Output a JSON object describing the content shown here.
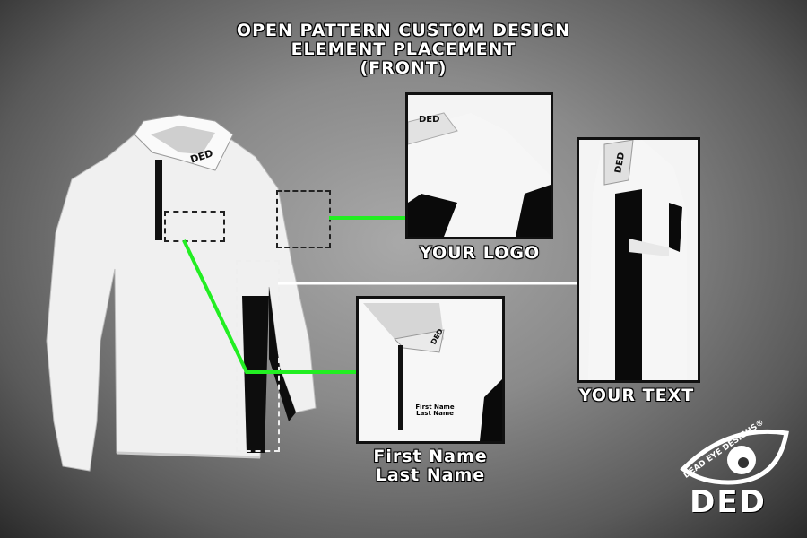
{
  "title": {
    "line1": "OPEN PATTERN CUSTOM DESIGN",
    "line2": "ELEMENT PLACEMENT",
    "line3": "(FRONT)"
  },
  "shirt": {
    "collar_logo": "DED"
  },
  "panels": {
    "logo": {
      "label": "YOUR LOGO",
      "collar_logo": "DED"
    },
    "text": {
      "label": "YOUR TEXT",
      "collar_logo": "DED"
    },
    "name": {
      "label_line1": "First Name",
      "label_line2": "Last Name",
      "shirt_text_line1": "First Name",
      "shirt_text_line2": "Last Name",
      "collar_logo": "DED"
    }
  },
  "brand": {
    "arc_text": "DEAD EYE DESIGNS®",
    "wordmark": "DED"
  },
  "colors": {
    "connector_green": "#22ee22",
    "connector_white": "#ffffff",
    "shirt": "#f2f2f2",
    "panel_black": "#0a0a0a"
  }
}
